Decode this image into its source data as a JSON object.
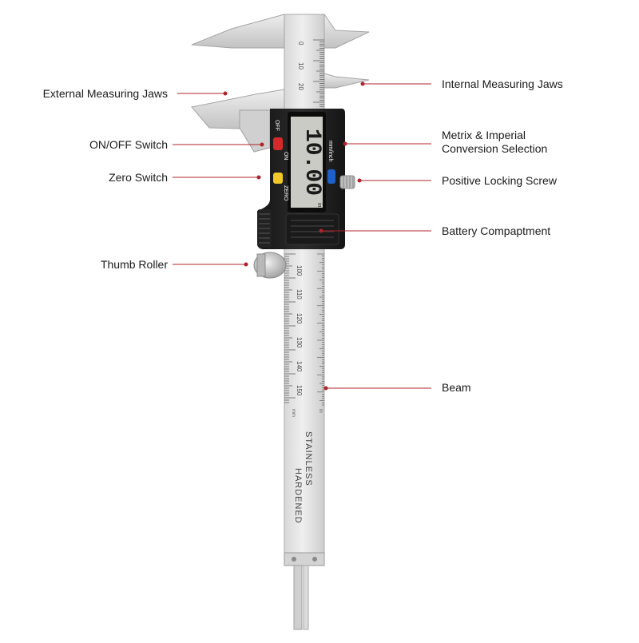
{
  "colors": {
    "leader": "#b0232b",
    "steel_light": "#e6e6e6",
    "steel_mid": "#cfcfcf",
    "steel_dark": "#9c9c9c",
    "body_dark": "#1f1f1f",
    "lcd": "#c9cbc4",
    "btn_red": "#d62a2a",
    "btn_yellow": "#f0c828",
    "btn_blue": "#1f5fc8"
  },
  "labels": {
    "external_jaws": "External Measuring Jaws",
    "on_off_switch": "ON/OFF Switch",
    "zero_switch": "Zero Switch",
    "thumb_roller": "Thumb Roller",
    "internal_jaws": "Internal Measuring Jaws",
    "conversion_line1": "Metrix & Imperial",
    "conversion_line2": "Conversion Selection",
    "locking_screw": "Positive Locking Screw",
    "battery": "Battery Compaptment",
    "beam": "Beam"
  },
  "device": {
    "display_value": "10.00",
    "display_unit": "in",
    "btn_off": "OFF",
    "btn_on": "ON",
    "btn_zero": "ZERO",
    "btn_mode": "mm/inch",
    "beam_text_1": "STAINLESS",
    "beam_text_2": "HARDENED",
    "unit_mm": "mm",
    "unit_in": "in",
    "top_scale": [
      "0",
      "10",
      "20"
    ],
    "bottom_scale": [
      "100",
      "110",
      "120",
      "130",
      "140",
      "150"
    ]
  }
}
